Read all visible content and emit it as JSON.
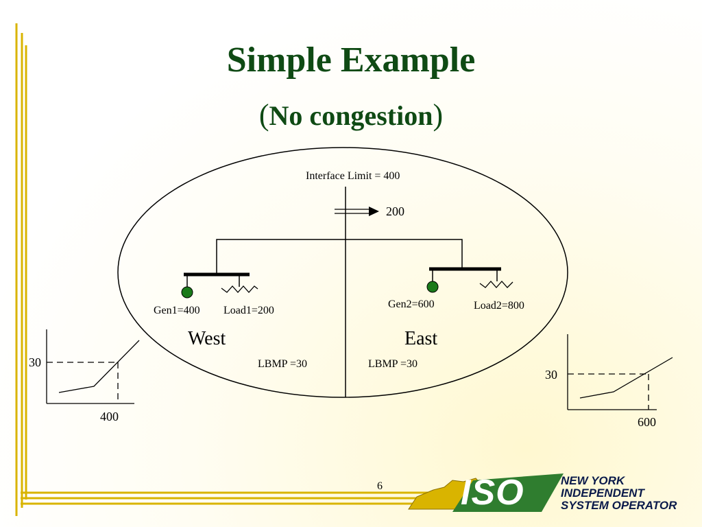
{
  "slide": {
    "title": "Simple Example",
    "subtitle": {
      "open": "(",
      "text": "No congestion",
      "close": ")"
    },
    "page_number": "6"
  },
  "diagram": {
    "interface_limit": "Interface Limit = 400",
    "flow": "200",
    "gen1": "Gen1=400",
    "load1": "Load1=200",
    "gen2": "Gen2=600",
    "load2": "Load2=800",
    "west": "West",
    "east": "East",
    "lbmp_west": "LBMP =30",
    "lbmp_east": "LBMP =30"
  },
  "supply_curves": {
    "west": {
      "price_label": "30",
      "quantity_label": "400"
    },
    "east": {
      "price_label": "30",
      "quantity_label": "600"
    }
  },
  "logo": {
    "mark": "ISO",
    "line1": "NEW YORK",
    "line2": "INDEPENDENT",
    "line3": "SYSTEM OPERATOR"
  },
  "colors": {
    "title": "#0f4a14",
    "gold_border": "#d9b400",
    "generator": "#1a7a1a",
    "logo_green": "#2f7d2f",
    "logo_navy": "#0a1a4a"
  }
}
